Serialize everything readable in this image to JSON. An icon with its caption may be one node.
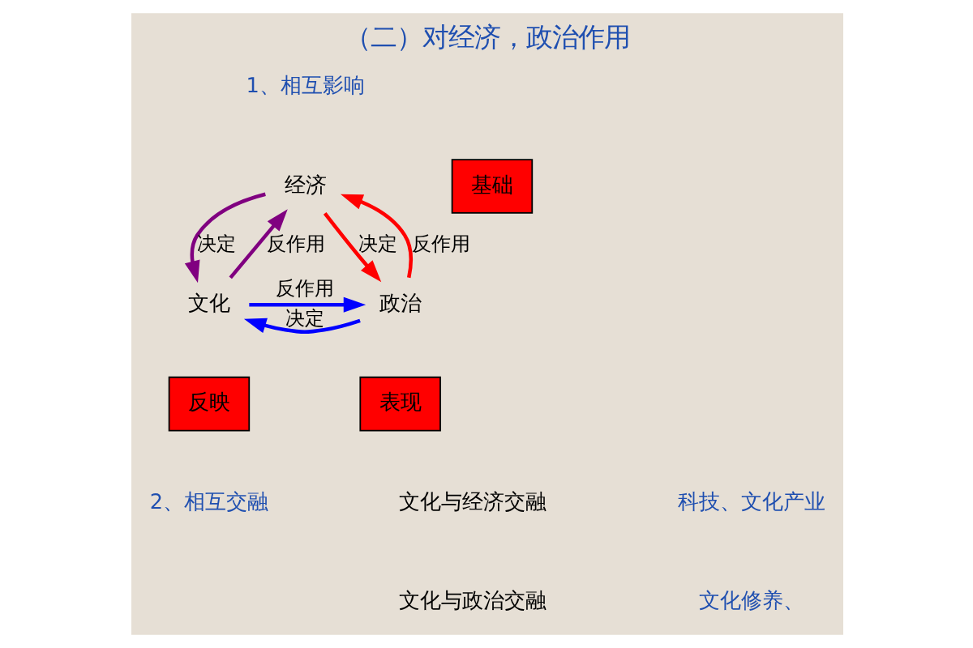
{
  "diagram": {
    "title": "（二）对经济，政治作用",
    "nodes": [
      {
        "text": [
          "经济"
        ]
      },
      {
        "text": [
          "基础"
        ]
      },
      {
        "text": [
          "文化"
        ]
      },
      {
        "text": [
          "反映"
        ]
      },
      {
        "text": [
          "政治"
        ]
      },
      {
        "text": [
          "表现"
        ]
      }
    ],
    "edges": [
      {
        "from": 2,
        "to": 0,
        "arrow": "to",
        "label": "反作用",
        "color": "#800080"
      },
      {
        "from": 0,
        "to": 2,
        "arrow": "to",
        "label": "决定",
        "color": "#800080"
      },
      {
        "from": 0,
        "to": 4,
        "arrow": "to",
        "label": "决定",
        "color": "#ff0000"
      },
      {
        "from": 4,
        "to": 0,
        "arrow": "to",
        "label": "反作用",
        "color": "#ff0000"
      },
      {
        "from": 4,
        "to": 2,
        "arrow": "to",
        "label": "决定",
        "color": "#0000ff"
      },
      {
        "from": 2,
        "to": 4,
        "arrow": "to",
        "label": "反作用",
        "color": "#0000ff"
      }
    ],
    "labels": [
      "1、相互影响",
      "2、相互交融",
      "文化与经济交融",
      "科技、文化产业",
      "文化与政治交融",
      "文化修养、"
    ]
  }
}
